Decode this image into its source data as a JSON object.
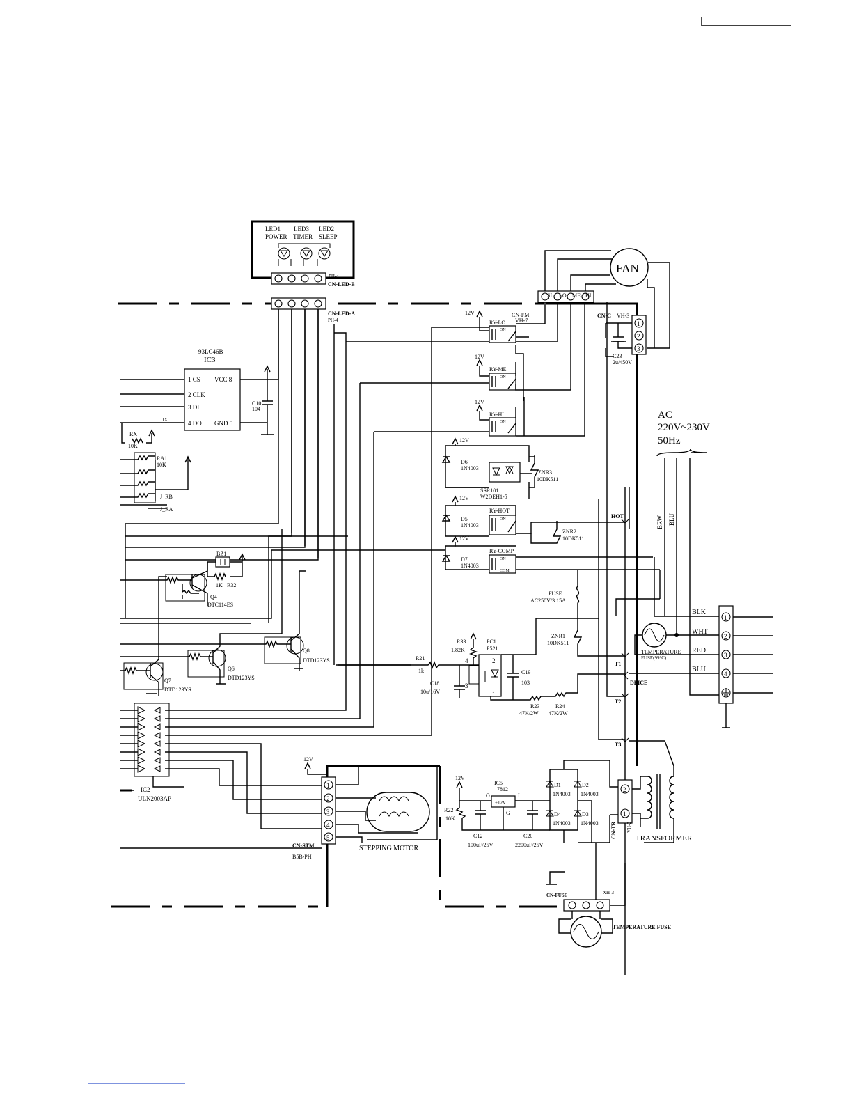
{
  "led_board": {
    "leds": [
      {
        "ref": "LED1",
        "name": "POWER"
      },
      {
        "ref": "LED3",
        "name": "TIMER"
      },
      {
        "ref": "LED2",
        "name": "SLEEP"
      }
    ],
    "conn_type_b": "PH-4",
    "conn_b": "CN-LED-B",
    "conn_a": "CN-LED-A",
    "conn_type_a": "PH-4"
  },
  "fan": {
    "label": "FAN",
    "pins": [
      "SL",
      "LO",
      "ME",
      "HI"
    ],
    "conn": "CN-FM",
    "conn_type": "VH-7",
    "cap_conn": "CN-C",
    "cap_conn_type": "VH-3",
    "cap_ref": "C23",
    "cap_val": "2u/450V"
  },
  "eeprom": {
    "part": "93LC46B",
    "ref": "IC3",
    "pins": [
      "1 CS",
      "2 CLK",
      "3 DI",
      "4 DO",
      "VCC 8",
      "GND 5"
    ],
    "cap_ref": "C10",
    "cap_val": "104",
    "jumper": "JX",
    "rx_ref": "RX",
    "rx_val": "10K"
  },
  "resistor_array": {
    "ref": "RA1",
    "val": "10K",
    "j1": "J_RB",
    "j2": "J_RA"
  },
  "relays": [
    {
      "name": "RY-LO",
      "supply": "12V"
    },
    {
      "name": "RY-ME",
      "supply": "12V"
    },
    {
      "name": "RY-HI",
      "supply": "12V"
    },
    {
      "name": "RY-HOT",
      "supply": "12V"
    },
    {
      "name": "RY-COMP",
      "supply": "12V"
    }
  ],
  "relay_contact_labels": {
    "on": "ON",
    "com": "COM"
  },
  "diodes": [
    {
      "ref": "D6",
      "val": "1N4003"
    },
    {
      "ref": "D5",
      "val": "1N4003"
    },
    {
      "ref": "D7",
      "val": "1N4003"
    }
  ],
  "supply_12v": "12V",
  "ssr": {
    "ref": "SSR101",
    "part": "W2DEH1-5"
  },
  "znr3": {
    "ref": "ZNR3",
    "val": "10DK511"
  },
  "znr2": {
    "ref": "ZNR2",
    "val": "10DK511"
  },
  "znr1": {
    "ref": "ZNR1",
    "val": "10DK511"
  },
  "buzzer": {
    "ref": "BZ1",
    "r_val": "1K",
    "r_ref": "R32"
  },
  "transistors": [
    {
      "ref": "Q4",
      "part": "DTC114ES"
    },
    {
      "ref": "Q8",
      "part": "DTD123YS"
    },
    {
      "ref": "Q6",
      "part": "DTD123YS"
    },
    {
      "ref": "Q7",
      "part": "DTD123YS"
    }
  ],
  "fuse": {
    "ref": "FUSE",
    "val": "AC250V/3.15A"
  },
  "ac_input": {
    "line1": "AC",
    "line2": "220V~230V",
    "line3": "50Hz"
  },
  "mains_wires": [
    "BRW",
    "BLU"
  ],
  "terminal_wires": [
    {
      "color": "BLK",
      "pin": "1"
    },
    {
      "color": "WHT",
      "pin": "2"
    },
    {
      "color": "RED",
      "pin": "3"
    },
    {
      "color": "BLU",
      "pin": "4"
    }
  ],
  "terminal_labels": {
    "hot": "HOT",
    "t1": "T1",
    "deice": "DEICE",
    "t2": "T2",
    "t3": "T3"
  },
  "temp_fuse_on_board": {
    "label": "TEMPERATURE",
    "val": "FUSE(99°C)"
  },
  "photocoupler": {
    "ref": "PC1",
    "part": "P521",
    "pins": [
      "4",
      "3",
      "2",
      "1"
    ]
  },
  "r33": {
    "ref": "R33",
    "val": "1.82K"
  },
  "r21": {
    "ref": "R21",
    "val": "1k"
  },
  "c18": {
    "ref": "C18",
    "val": "10u/16V"
  },
  "c19": {
    "ref": "C19",
    "val": "103"
  },
  "r23": {
    "ref": "R23",
    "val": "47K/2W"
  },
  "r24": {
    "ref": "R24",
    "val": "47K/2W"
  },
  "driver_ic": {
    "ref": "IC2",
    "part": "ULN2003AP"
  },
  "stepping_motor": {
    "label": "STEPPING MOTOR",
    "conn": "CN-STM",
    "conn_type": "B5B-PH",
    "pins": [
      "1",
      "2",
      "3",
      "4",
      "5"
    ]
  },
  "regulator": {
    "ref": "IC5",
    "part": "7812",
    "inner": "+12V",
    "o": "O",
    "i": "I",
    "g": "G"
  },
  "r22": {
    "ref": "R22",
    "val": "10K"
  },
  "c12": {
    "ref": "C12",
    "val": "100uF/25V"
  },
  "c20": {
    "ref": "C20",
    "val": "2200uF/25V"
  },
  "bridge": [
    {
      "ref": "D1",
      "val": "1N4003"
    },
    {
      "ref": "D2",
      "val": "1N4003"
    },
    {
      "ref": "D4",
      "val": "1N4003"
    },
    {
      "ref": "D3",
      "val": "1N4003"
    }
  ],
  "transformer": {
    "label": "TRANSFORMER",
    "conn": "CN-TR",
    "conn_type": "VH-2",
    "pins": [
      "2",
      "1"
    ]
  },
  "bottom_fuse": {
    "conn": "CN-FUSE",
    "conn_type": "XH-3",
    "label": "TEMPERATURE FUSE"
  }
}
